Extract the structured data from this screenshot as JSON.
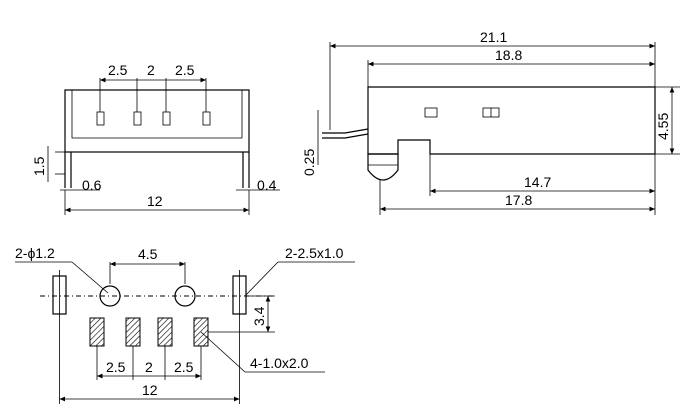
{
  "dimensions": {
    "front_pitch_a": "2.5",
    "front_pitch_b": "2",
    "front_pitch_c": "2.5",
    "front_height": "1.5",
    "front_left_offset": "0.6",
    "front_right_offset": "0.4",
    "front_width": "12",
    "side_total": "21.1",
    "side_body": "18.8",
    "side_height": "4.55",
    "side_pin_thickness": "0.25",
    "side_post_span": "14.7",
    "side_board_span": "17.8",
    "holes_spec": "2-ϕ1.2",
    "holes_spacing": "4.5",
    "slots_spec": "2-2.5x1.0",
    "row_spacing": "3.4",
    "pads_spec": "4-1.0x2.0",
    "pad_pitch_a": "2.5",
    "pad_pitch_b": "2",
    "pad_pitch_c": "2.5",
    "footprint_width": "12"
  }
}
